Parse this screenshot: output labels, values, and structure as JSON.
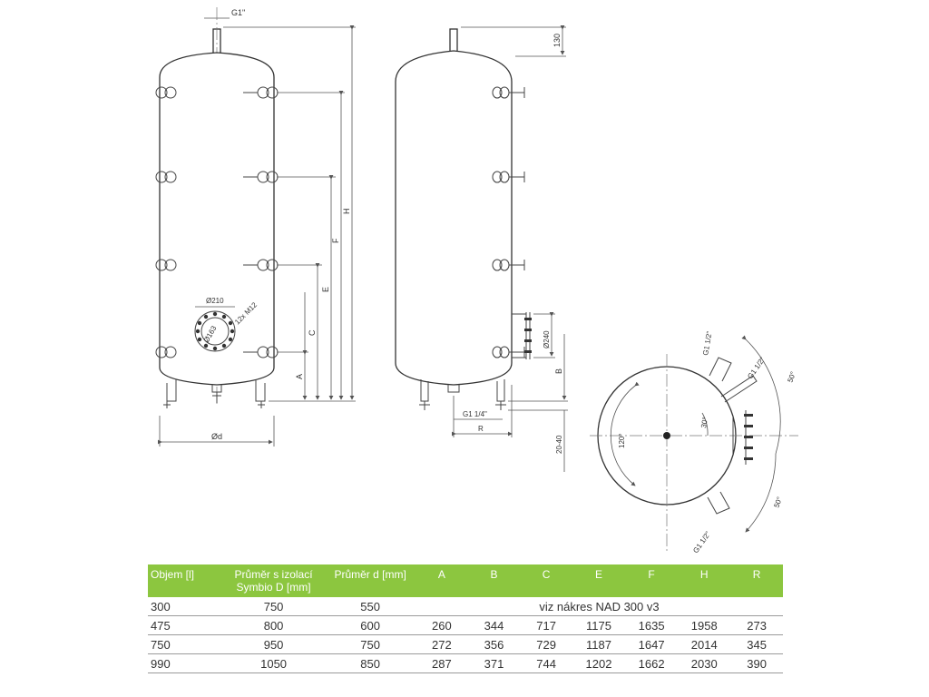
{
  "drawing": {
    "front_view": {
      "top_fitting": "G1\"",
      "dim_labels": [
        "H",
        "F",
        "E",
        "C",
        "A"
      ],
      "flange_diameter": "Ø210",
      "flange_bolts": "12x M12",
      "flange_inner": "Ø163",
      "width_label": "Ød"
    },
    "side_view": {
      "top_dim": "130",
      "port_diameter": "Ø240",
      "dim_b": "B",
      "bottom_fitting": "G1 1/4\"",
      "dim_r": "R",
      "foot_range": "20-40"
    },
    "top_view": {
      "fitting_a": "G1 1/2\"",
      "fitting_b": "G1 1/2\"",
      "fitting_c": "G1 1/2\"",
      "angle_a": "50°",
      "angle_b": "50°",
      "angle_c": "30°",
      "angle_d": "120°"
    }
  },
  "table": {
    "headers": [
      "Objem [l]",
      "Průměr s izolací Symbio D [mm]",
      "Průměr d [mm]",
      "A",
      "B",
      "C",
      "E",
      "F",
      "H",
      "R"
    ],
    "row_300": {
      "objem": "300",
      "prumer_iz": "750",
      "prumer_d": "550",
      "note": "viz nákres NAD 300 v3"
    },
    "rows": [
      [
        "475",
        "800",
        "600",
        "260",
        "344",
        "717",
        "1175",
        "1635",
        "1958",
        "273"
      ],
      [
        "750",
        "950",
        "750",
        "272",
        "356",
        "729",
        "1187",
        "1647",
        "2014",
        "345"
      ],
      [
        "990",
        "1050",
        "850",
        "287",
        "371",
        "744",
        "1202",
        "1662",
        "2030",
        "390"
      ]
    ]
  }
}
